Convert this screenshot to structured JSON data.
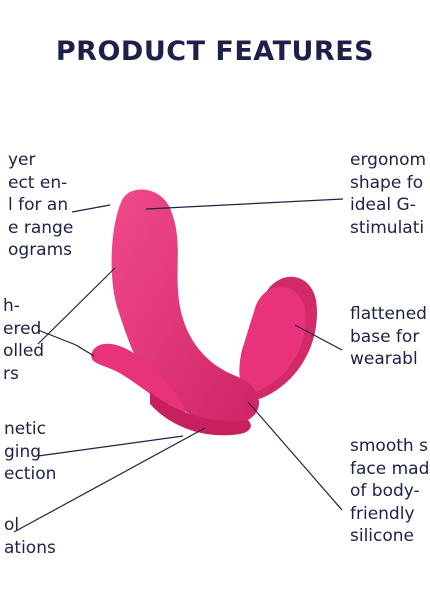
{
  "header": {
    "title": "PRODUCT FEATURES"
  },
  "features_left": [
    {
      "lines": [
        "yer",
        "ect en-",
        "l for an",
        "e range",
        "ograms"
      ]
    },
    {
      "lines": [
        "h-",
        "ered",
        "olled",
        "rs"
      ]
    },
    {
      "lines": [
        "netic",
        "ging",
        "ection"
      ]
    },
    {
      "lines": [
        "ol",
        "ations"
      ]
    }
  ],
  "features_right": [
    {
      "lines": [
        "ergonom",
        "shape fo",
        "ideal G-",
        "stimulati"
      ]
    },
    {
      "lines": [
        "flattened",
        "base for",
        "wearabl"
      ]
    },
    {
      "lines": [
        "smooth s",
        "face mad",
        "of body-",
        "friendly",
        "silicone"
      ]
    }
  ],
  "colors": {
    "text": "#1d2148",
    "product": "#e8337a",
    "product_shadow": "#c8205f",
    "line": "#1d2148"
  }
}
